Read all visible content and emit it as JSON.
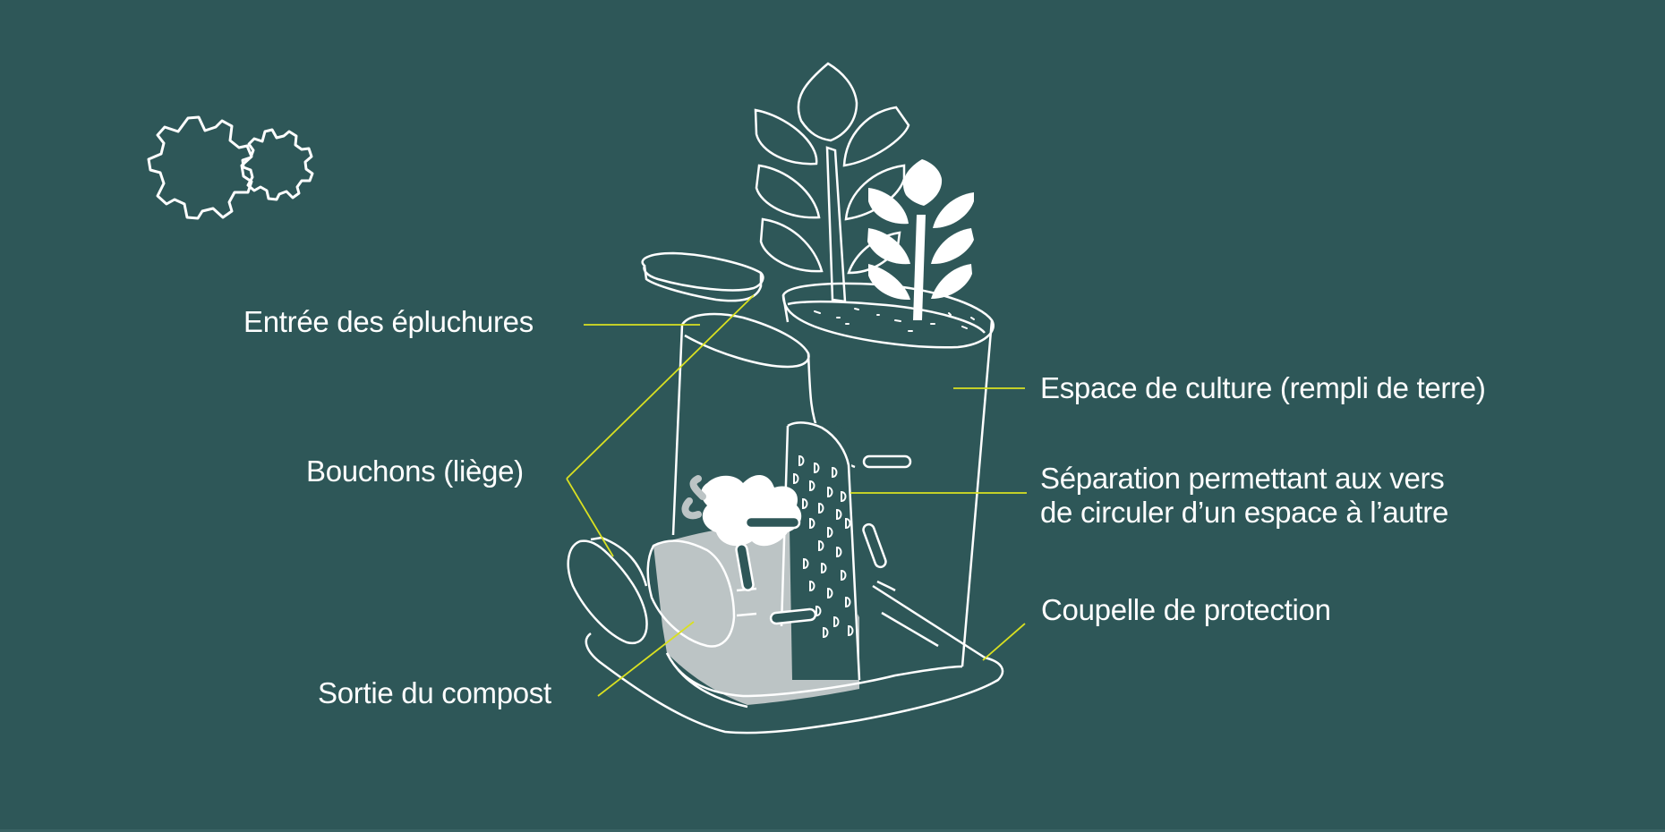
{
  "colors": {
    "background": "#2e5758",
    "line_art": "#ffffff",
    "leader_line": "#d9e021",
    "compost_fill": "#bcc4c5"
  },
  "illustration": {
    "subject": "compost-planter-with-worms",
    "icons": [
      "gears-icon",
      "plant-outline-icon",
      "plant-solid-icon",
      "worm-icon"
    ]
  },
  "labels": {
    "entree": "Entrée des épluchures",
    "bouchons": "Bouchons (liège)",
    "sortie": "Sortie du compost",
    "culture": "Espace de culture (rempli de terre)",
    "separation_line1": "Séparation permettant aux vers",
    "separation_line2": "de circuler d’un espace à l’autre",
    "coupelle": "Coupelle de protection"
  }
}
